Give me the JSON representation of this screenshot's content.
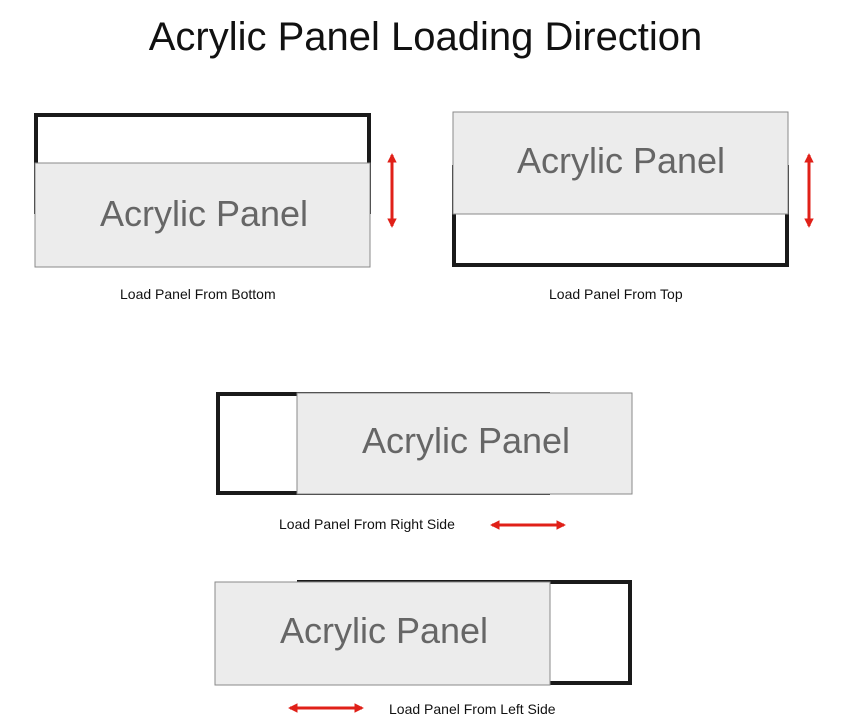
{
  "title": "Acrylic Panel Loading Direction",
  "colors": {
    "frame": "#1a1a1a",
    "panel_fill": "#ececec",
    "panel_border": "#8a8a8a",
    "panel_text": "#666666",
    "arrow": "#e02018"
  },
  "panels": [
    {
      "id": "bottom",
      "label": "Acrylic Panel",
      "caption": "Load Panel From Bottom",
      "direction": "vertical"
    },
    {
      "id": "top",
      "label": "Acrylic Panel",
      "caption": "Load Panel From Top",
      "direction": "vertical"
    },
    {
      "id": "right",
      "label": "Acrylic Panel",
      "caption": "Load Panel From Right Side",
      "direction": "horizontal"
    },
    {
      "id": "left",
      "label": "Acrylic Panel",
      "caption": "Load Panel From Left Side",
      "direction": "horizontal"
    }
  ]
}
